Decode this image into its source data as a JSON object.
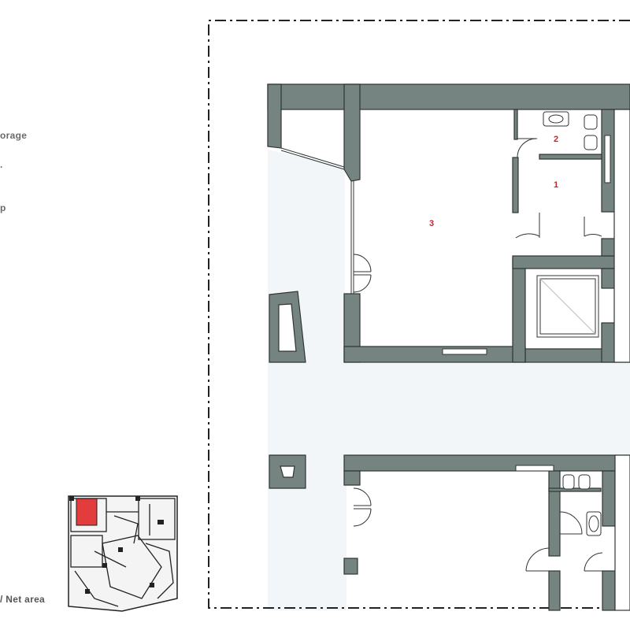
{
  "legend": {
    "storage_fragment": "orage",
    "dot_fragment": "·",
    "p_fragment": "p",
    "net_area_fragment": "/ Net area"
  },
  "rooms": [
    {
      "number": "1"
    },
    {
      "number": "2"
    },
    {
      "number": "3"
    }
  ],
  "colors": {
    "wall": "#758480",
    "wall_outline": "#2f3533",
    "corridor": "#f2f6f8",
    "room_label": "#c4262e",
    "highlight": "#e23c3c",
    "boundary": "#222222"
  }
}
